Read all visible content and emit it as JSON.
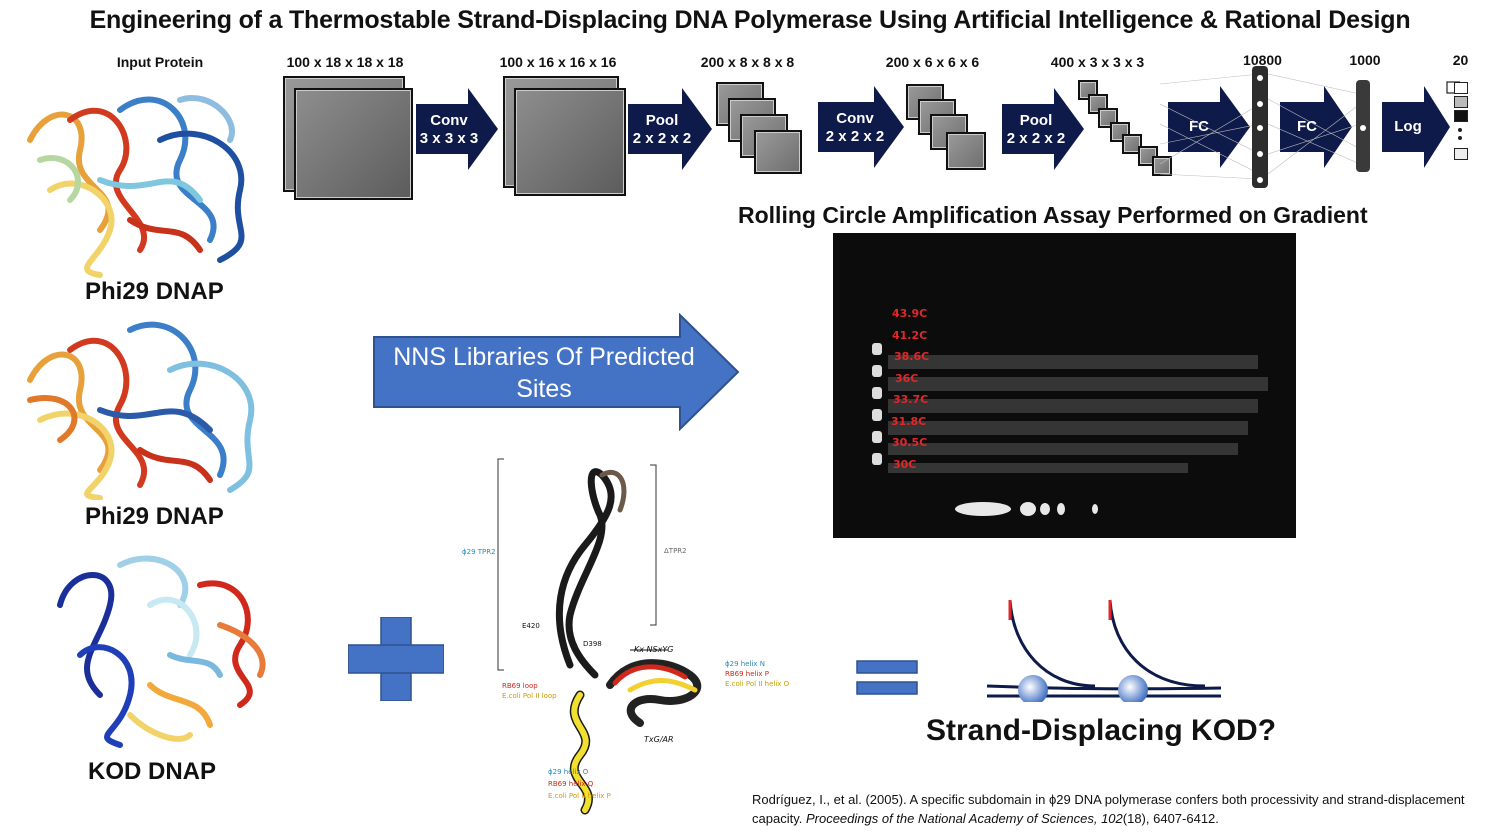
{
  "title": "Engineering of a Thermostable Strand-Displacing DNA Polymerase Using Artificial Intelligence & Rational Design",
  "network": {
    "input_label": "Input Protein",
    "layers": [
      {
        "dims": "100 x 18 x 18 x 18"
      },
      {
        "dims": "100 x 16 x 16 x 16"
      },
      {
        "dims": "200 x 8 x 8 x 8"
      },
      {
        "dims": "200 x 6 x 6 x 6"
      },
      {
        "dims": "400 x 3 x 3 x 3"
      },
      {
        "dims": "10800"
      },
      {
        "dims": "1000"
      },
      {
        "dims": "20"
      }
    ],
    "ops": [
      {
        "name": "Conv",
        "param": "3 x 3 x 3"
      },
      {
        "name": "Pool",
        "param": "2 x 2 x 2"
      },
      {
        "name": "Conv",
        "param": "2 x 2 x 2"
      },
      {
        "name": "Pool",
        "param": "2 x 2 x 2"
      },
      {
        "name": "FC",
        "param": ""
      },
      {
        "name": "FC",
        "param": ""
      },
      {
        "name": "Log",
        "param": ""
      }
    ]
  },
  "proteins": [
    {
      "label": "Phi29 DNAP"
    },
    {
      "label": "Phi29 DNAP"
    },
    {
      "label": "KOD DNAP"
    }
  ],
  "nns_arrow_label": "NNS Libraries Of Predicted Sites",
  "rca": {
    "title": "Rolling Circle Amplification Assay Performed on Gradient",
    "temperatures": [
      "43.9C",
      "41.2C",
      "38.6C",
      "36C",
      "33.7C",
      "31.8C",
      "30.5C",
      "30C"
    ]
  },
  "structure_labels": {
    "phi29_tpr2": "ϕ29 TPR2",
    "delta_tpr2": "ΔTPR2",
    "e420": "E420",
    "d398": "D398",
    "motif1": "Kx NSxYG",
    "motif2": "TxG/AR",
    "helix_n": "ϕ29 helix N",
    "rb69_helix_p": "RB69 helix P",
    "ecoli_helix_o": "E.coli Pol II helix O",
    "rb69_loop": "RB69 loop",
    "ecoli_loop": "E.coli Pol II loop",
    "helix_o": "ϕ29 helix O",
    "rb69_helix_q": "RB69 helix Q",
    "ecoli_helix_p": "E.coli Pol II helix P"
  },
  "result_label": "Strand-Displacing KOD?",
  "citation": {
    "authors": "Rodríguez, I., et al. (2005). A specific subdomain in ϕ29 DNA polymerase confers both processivity and strand-displacement capacity.",
    "journal": "Proceedings of the National Academy of Sciences,",
    "volume": "102",
    "rest": "(18), 6407-6412."
  },
  "colors": {
    "arrow_navy": "#0e1a4a",
    "blue_arrow": "#4472c4",
    "plus_blue": "#4472c4",
    "temp_red": "#e0282a"
  }
}
